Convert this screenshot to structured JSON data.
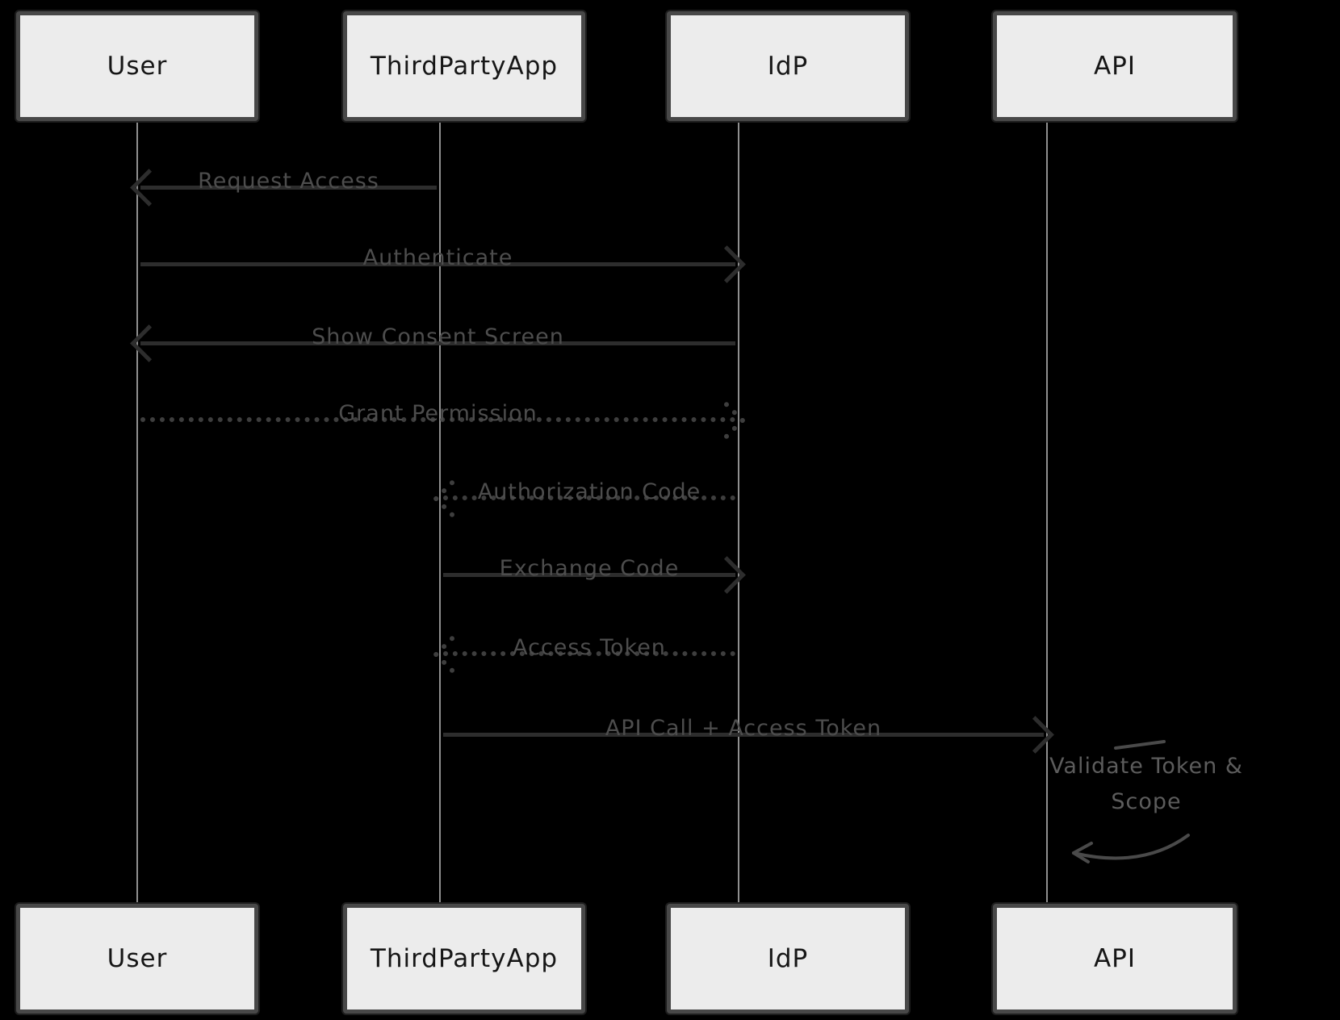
{
  "diagram": {
    "type": "sequence",
    "background": "#000000",
    "colors": {
      "box_fill": "#ececec",
      "box_border": "#484848",
      "box_text": "#161616",
      "solid_arrow": "#2d2d2d",
      "dotted_arrow": "#3e3e3e",
      "message_label": "#4d4d4d",
      "lifeline": "#8f8f8f",
      "note_text": "#5c5c5c"
    },
    "participants": [
      {
        "id": "user",
        "label": "User"
      },
      {
        "id": "thirdpartyapp",
        "label": "ThirdPartyApp"
      },
      {
        "id": "idp",
        "label": "IdP"
      },
      {
        "id": "api",
        "label": "API"
      }
    ],
    "messages": [
      {
        "label": "Request Access",
        "from": "ThirdPartyApp",
        "to": "User",
        "line": "solid",
        "direction": "left"
      },
      {
        "label": "Authenticate",
        "from": "User",
        "to": "IdP",
        "line": "solid",
        "direction": "right"
      },
      {
        "label": "Show Consent Screen",
        "from": "IdP",
        "to": "User",
        "line": "solid",
        "direction": "left"
      },
      {
        "label": "Grant Permission",
        "from": "User",
        "to": "IdP",
        "line": "dotted",
        "direction": "right"
      },
      {
        "label": "Authorization Code",
        "from": "IdP",
        "to": "ThirdPartyApp",
        "line": "dotted",
        "direction": "left"
      },
      {
        "label": "Exchange Code",
        "from": "ThirdPartyApp",
        "to": "IdP",
        "line": "solid",
        "direction": "right"
      },
      {
        "label": "Access Token",
        "from": "IdP",
        "to": "ThirdPartyApp",
        "line": "dotted",
        "direction": "left"
      },
      {
        "label": "API Call + Access Token",
        "from": "ThirdPartyApp",
        "to": "API",
        "line": "solid",
        "direction": "right"
      }
    ],
    "note": {
      "anchor": "API",
      "line1": "Validate Token &",
      "line2": "Scope"
    }
  }
}
